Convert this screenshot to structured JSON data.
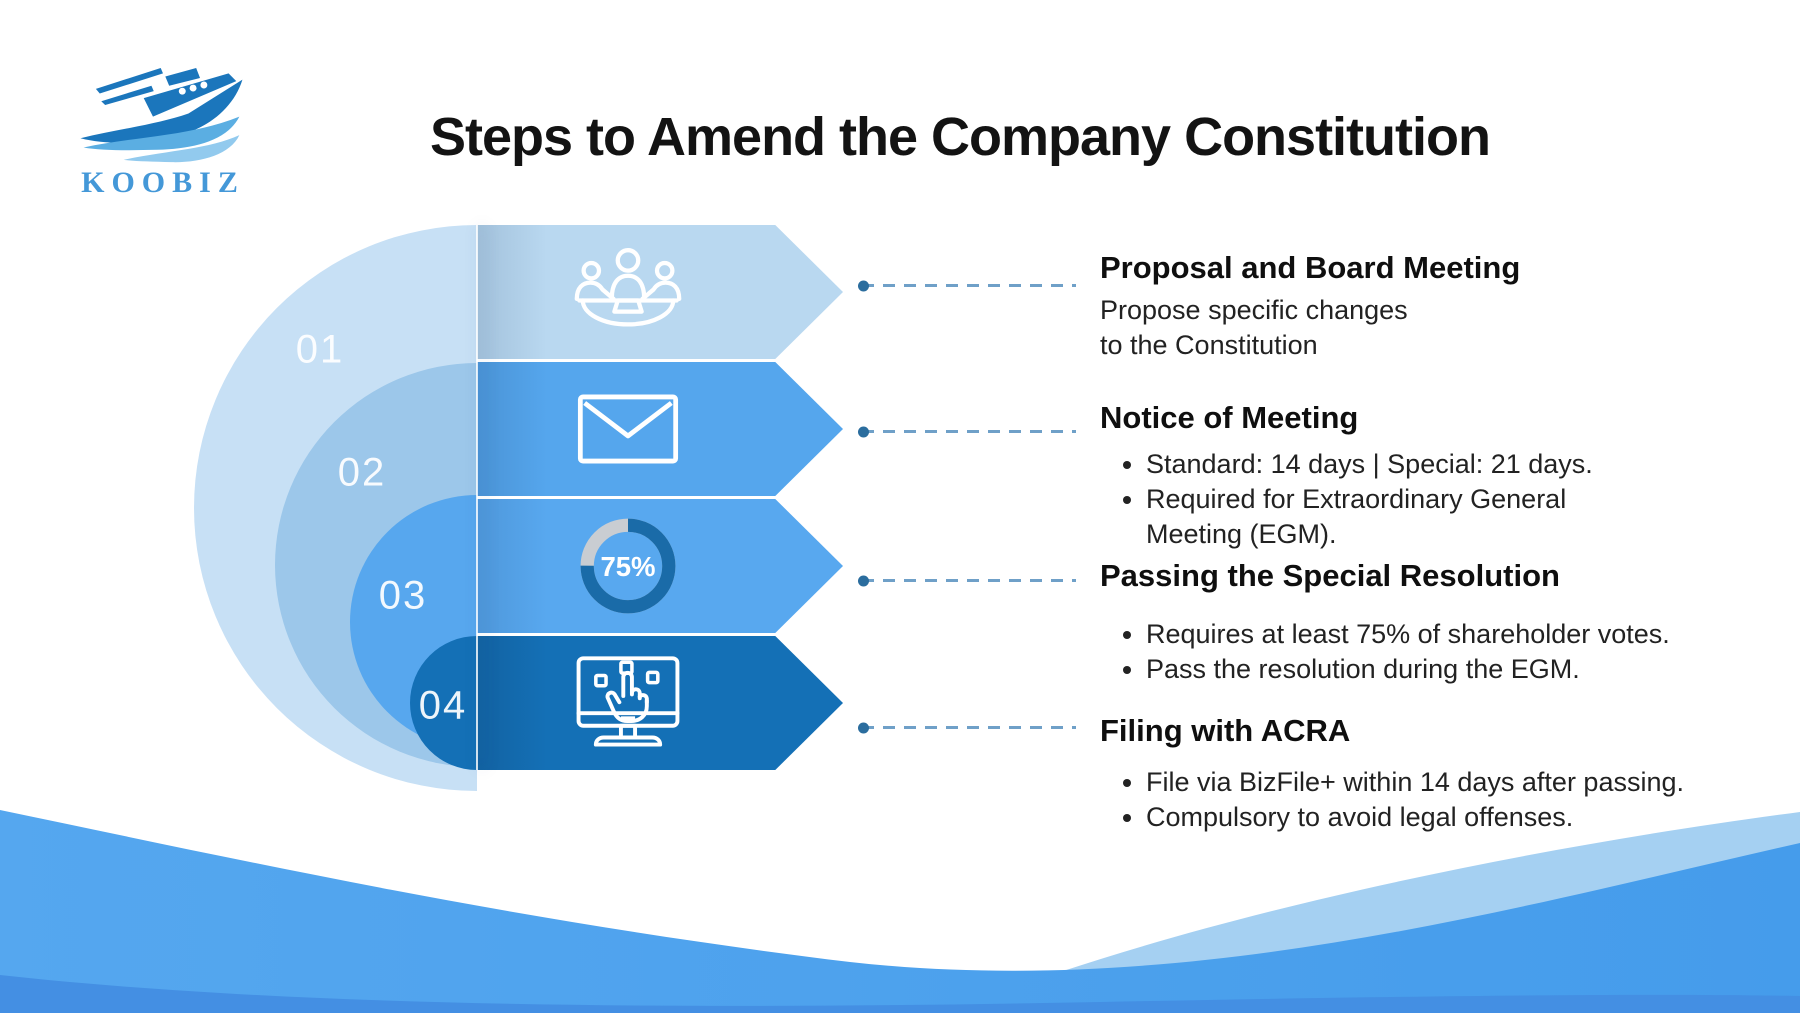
{
  "logo": {
    "brand": "KOOBIZ",
    "icon": "ship-icon"
  },
  "title": "Steps to Amend the Company Constitution",
  "colors": {
    "circle_01": "#c7e0f5",
    "circle_02": "#9cc7ea",
    "circle_03": "#57a7ee",
    "circle_04": "#1470b6",
    "banner_light": "#b9d8f0",
    "banner_mid": "#55a6ed",
    "banner_dark": "#1470b6",
    "donut_ring": "#1a6ba8",
    "donut_remainder": "#c9cdd2",
    "connector_dash": "#6fa0c8",
    "connector_dot": "#2b6d9e",
    "wave_main": "#4aa0ed",
    "wave_dark": "#448fe3",
    "wave_highlight": "#a5d0f2",
    "brand_blue": "#4498d8"
  },
  "steps": [
    {
      "number": "01",
      "icon": "meeting-icon",
      "heading": "Proposal and Board Meeting",
      "lines": [
        "Propose specific changes",
        "to the Constitution"
      ],
      "bullets": []
    },
    {
      "number": "02",
      "icon": "envelope-icon",
      "heading": "Notice of Meeting",
      "bullets": [
        "Standard: 14 days | Special: 21 days.",
        "Required for Extraordinary General\nMeeting (EGM)."
      ]
    },
    {
      "number": "03",
      "icon": "percent-donut-icon",
      "donut_label": "75%",
      "heading": "Passing the Special Resolution",
      "bullets": [
        "Requires at least 75% of shareholder votes.",
        "Pass the resolution during the EGM."
      ]
    },
    {
      "number": "04",
      "icon": "monitor-click-icon",
      "heading": "Filing with ACRA",
      "bullets": [
        "File via BizFile+ within 14 days after passing.",
        "Compulsory to avoid legal offenses."
      ]
    }
  ]
}
